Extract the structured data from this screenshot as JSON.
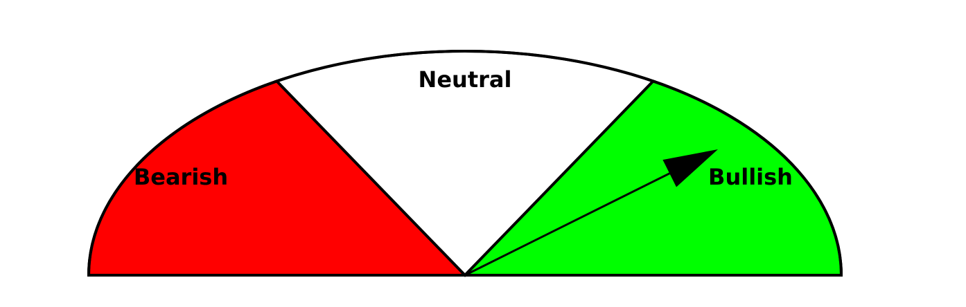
{
  "chart_data": {
    "type": "gauge",
    "title": "",
    "zones": [
      {
        "label": "Bearish",
        "from": 0,
        "to": 0.3333,
        "color": "#ff0000"
      },
      {
        "label": "Neutral",
        "from": 0.3333,
        "to": 0.6667,
        "color": "#ffffff"
      },
      {
        "label": "Bullish",
        "from": 0.6667,
        "to": 1,
        "color": "#00ff00"
      }
    ],
    "needle": {
      "value": 0.85,
      "color": "#000000"
    },
    "outline_color": "#000000"
  }
}
